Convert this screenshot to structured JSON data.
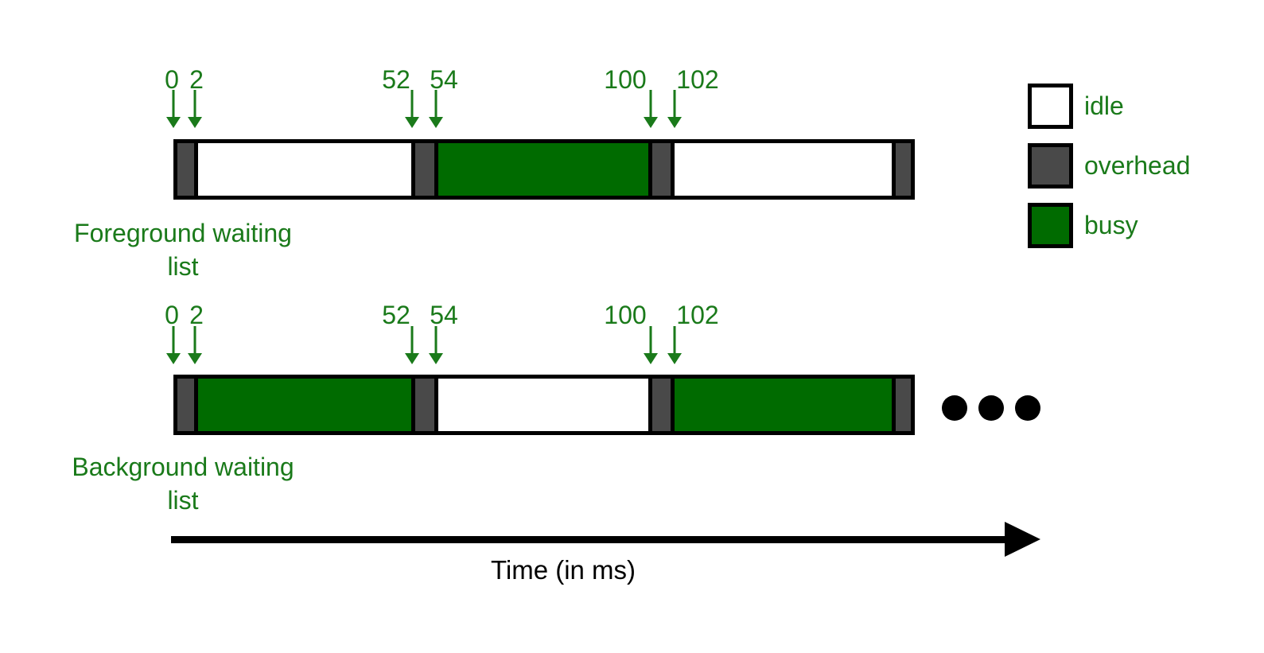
{
  "colors": {
    "green_text": "#1a7a1a",
    "busy": "#006b00",
    "overhead": "#494949",
    "idle": "#ffffff",
    "black": "#000000"
  },
  "timelines": [
    {
      "name": "foreground",
      "label_line1": "Foreground waiting",
      "label_line2": "list",
      "ticks": [
        "0",
        "2",
        "52",
        "54",
        "100",
        "102"
      ],
      "segments": [
        {
          "type": "overhead"
        },
        {
          "type": "idle"
        },
        {
          "type": "overhead"
        },
        {
          "type": "busy"
        },
        {
          "type": "overhead"
        },
        {
          "type": "idle"
        },
        {
          "type": "overhead"
        }
      ]
    },
    {
      "name": "background",
      "label_line1": "Background waiting",
      "label_line2": "list",
      "ticks": [
        "0",
        "2",
        "52",
        "54",
        "100",
        "102"
      ],
      "segments": [
        {
          "type": "overhead"
        },
        {
          "type": "busy"
        },
        {
          "type": "overhead"
        },
        {
          "type": "idle"
        },
        {
          "type": "overhead"
        },
        {
          "type": "busy"
        },
        {
          "type": "overhead"
        }
      ]
    }
  ],
  "legend": [
    {
      "label": "idle",
      "type": "idle"
    },
    {
      "label": "overhead",
      "type": "overhead"
    },
    {
      "label": "busy",
      "type": "busy"
    }
  ],
  "axis": {
    "label": "Time (in ms)"
  },
  "continuation_dots": 3
}
